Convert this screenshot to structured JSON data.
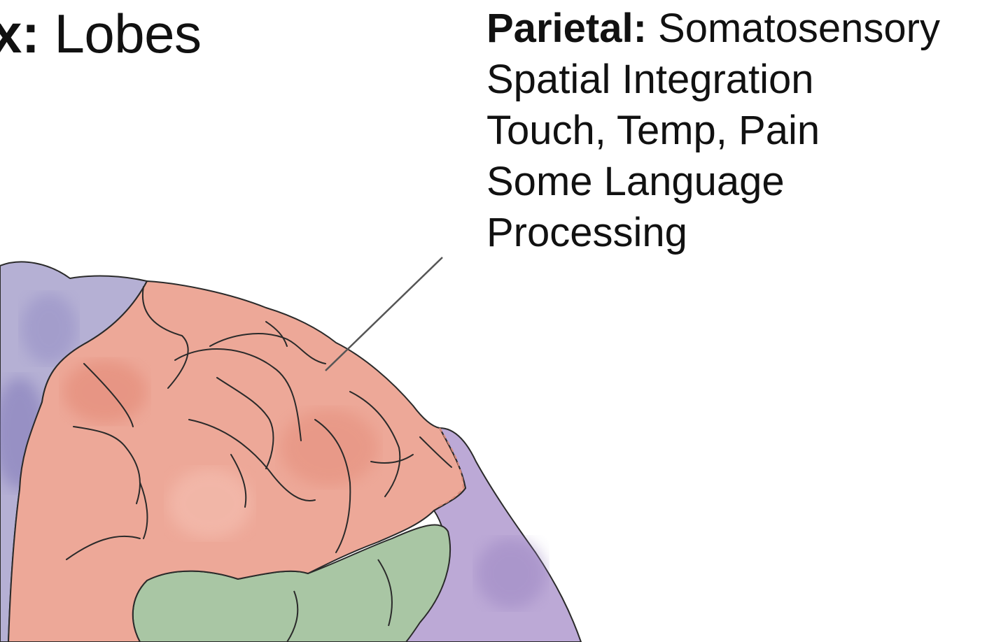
{
  "title": {
    "bold_part": "x:",
    "rest": " Lobes"
  },
  "callout": {
    "heading": "Parietal:",
    "first_line_rest": " Somatosensory",
    "lines": [
      "Spatial Integration",
      "Touch, Temp, Pain",
      "Some Language",
      "Processing"
    ]
  },
  "colors": {
    "parietal": "#eda898",
    "frontal": "#b5b0d4",
    "occipital": "#bca9d6",
    "temporal": "#a9c6a4",
    "outline": "#2a2a2a"
  }
}
